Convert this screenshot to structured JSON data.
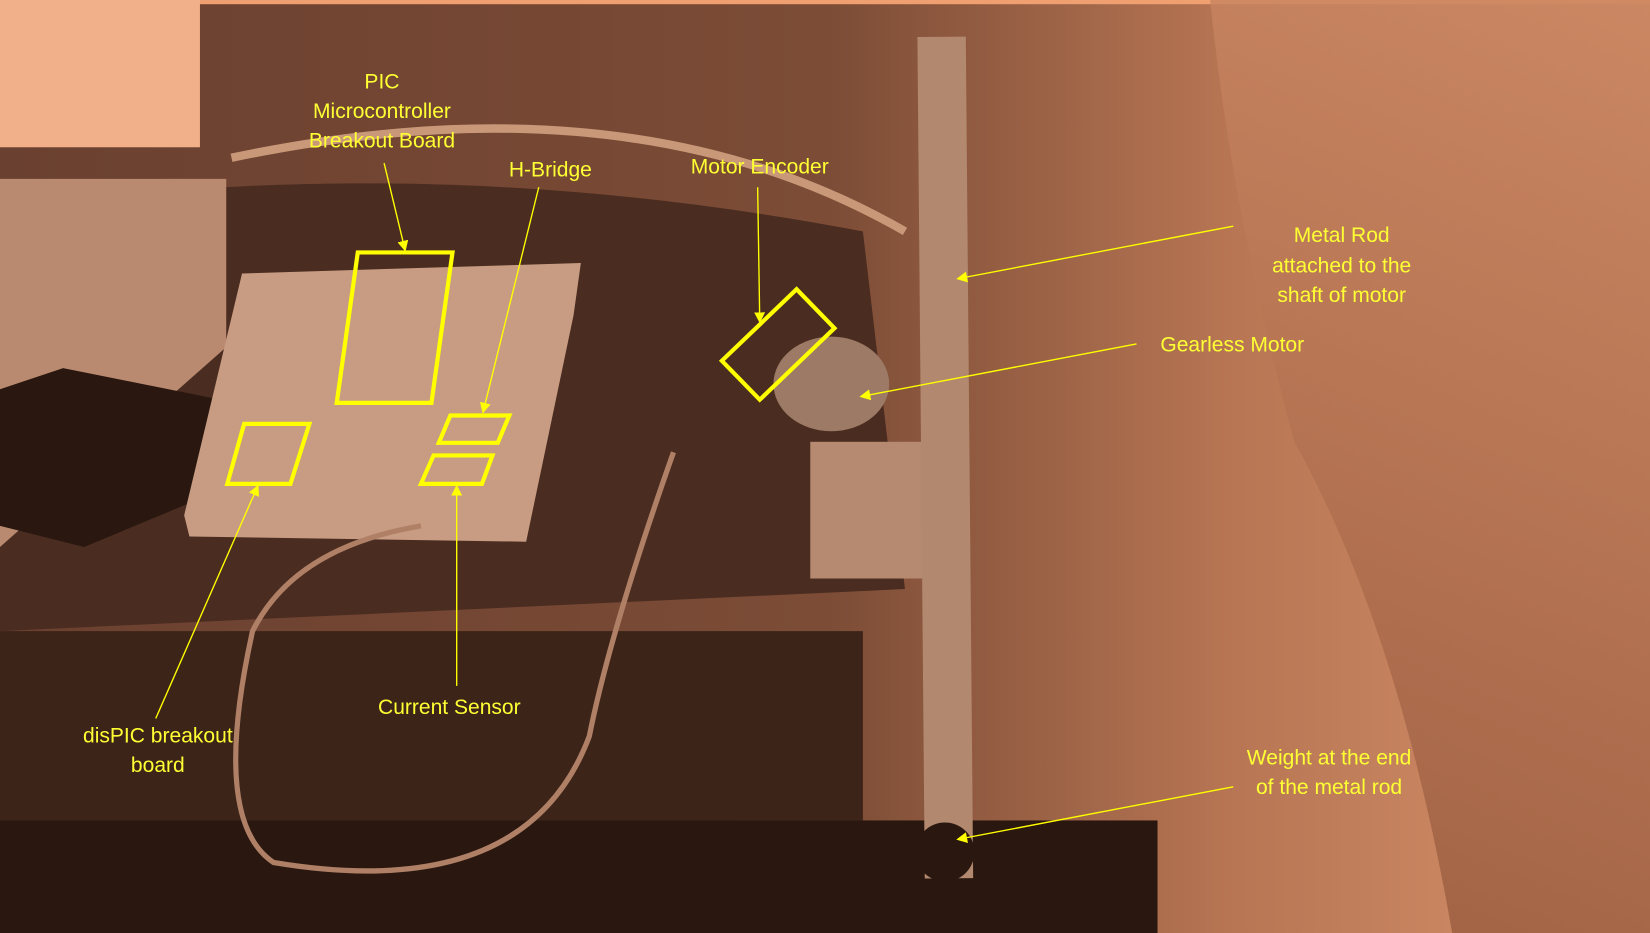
{
  "colors": {
    "annotation": "#ffff00",
    "tint_light": "#f4a57a",
    "tint_dark": "#3a2216"
  },
  "labels": {
    "pic_board": [
      "PIC",
      "Microcontroller",
      "Breakout Board"
    ],
    "h_bridge": "H-Bridge",
    "motor_encoder": "Motor Encoder",
    "metal_rod": [
      "Metal Rod",
      "attached to the",
      "shaft of motor"
    ],
    "gearless_motor": "Gearless Motor",
    "current_sensor": "Current Sensor",
    "dispic_board": [
      "disPIC breakout",
      "board"
    ],
    "weight": [
      "Weight at the end",
      "of the metal rod"
    ]
  }
}
